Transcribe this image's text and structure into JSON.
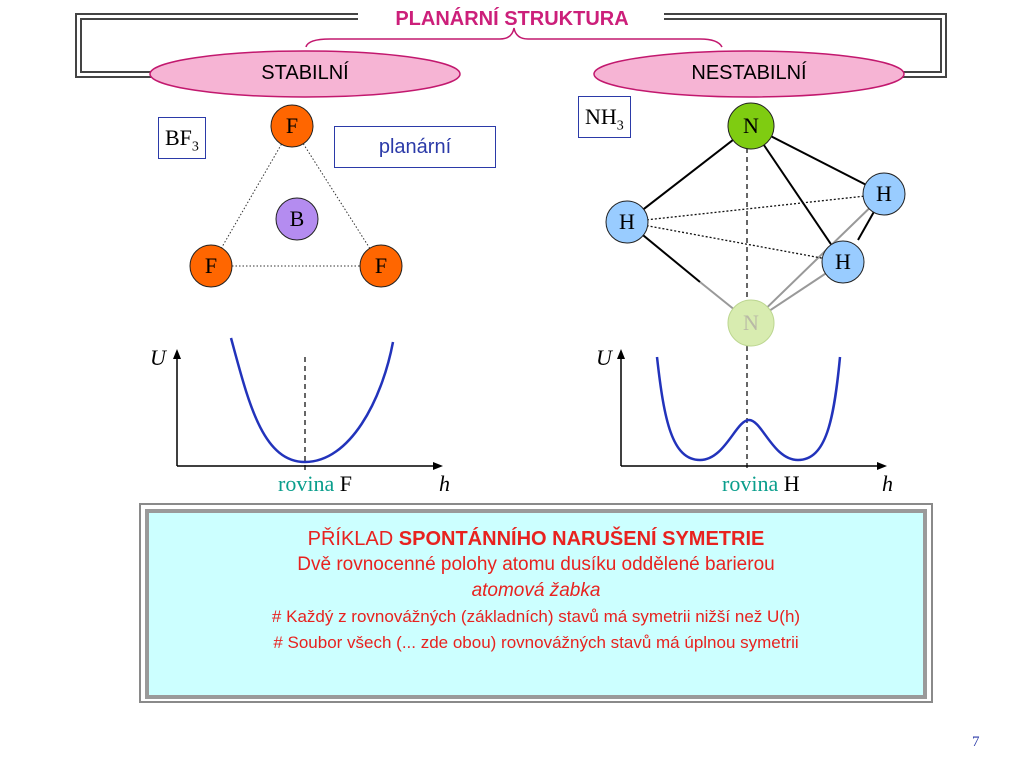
{
  "slide": {
    "title": "PLANÁRNÍ STRUKTURA",
    "left_oval": "STABILNÍ",
    "right_oval": "NESTABILNÍ",
    "page_number": "7"
  },
  "left": {
    "formula_main": "BF",
    "formula_sub": "3",
    "planar_label": "planární",
    "atoms": {
      "top": "F",
      "center": "B",
      "left": "F",
      "right": "F"
    },
    "plot": {
      "y_label": "U",
      "x_label": "h",
      "plane_word": "rovina",
      "plane_atom": "F"
    }
  },
  "right": {
    "formula_main": "NH",
    "formula_sub": "3",
    "atoms": {
      "top": "N",
      "h_left": "H",
      "h_right_top": "H",
      "h_right_bottom": "H",
      "bottom_ghost": "N"
    },
    "plot": {
      "y_label": "U",
      "x_label": "h",
      "plane_word": "rovina",
      "plane_atom": "H"
    }
  },
  "info": {
    "line1_prefix": "PŘÍKLAD ",
    "line1_bold": "SPONTÁNNÍHO NARUŠENÍ SYMETRIE",
    "line2": "Dvě rovnocenné polohy atomu dusíku oddělené barierou",
    "line3": "atomová žabka",
    "line4": "# Každý z rovnovážných (základních) stavů má symetrii nižší než U(h)",
    "line5": "# Soubor všech (... zde obou) rovnovážných stavů má úplnou symetrii"
  },
  "colors": {
    "title": "#cc1f7a",
    "oval_fill": "#f6b4d4",
    "oval_stroke": "#c2186e",
    "fluorine": "#ff6600",
    "boron": "#b48cf0",
    "nitrogen": "#7fcc11",
    "nitrogen_ghost": "#d8ecb0",
    "hydrogen": "#99ccff",
    "curve": "#2233bb",
    "info_bg": "#ccffff",
    "info_text": "#e8221f",
    "rovina": "#0a9e8c"
  }
}
